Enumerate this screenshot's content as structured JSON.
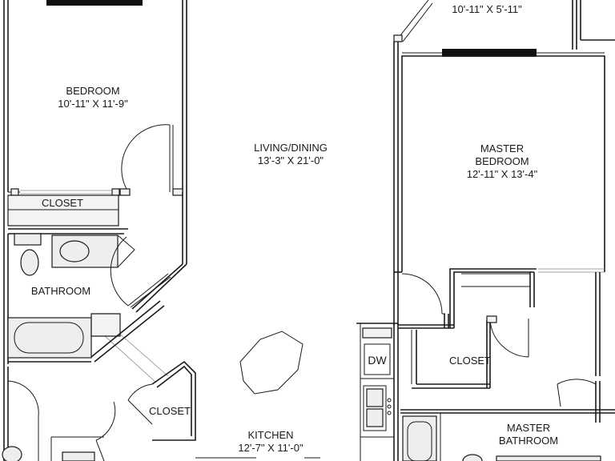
{
  "rooms": {
    "balcony": {
      "name": "",
      "dims": "10'-11\" X 5'-11\""
    },
    "bedroom": {
      "name": "BEDROOM",
      "dims": "10'-11\" X 11'-9\""
    },
    "closet_bedroom": {
      "name": "CLOSET"
    },
    "living_dining": {
      "name": "LIVING/DINING",
      "dims": "13'-3\" X 21'-0\""
    },
    "master_bedroom": {
      "name_line1": "MASTER",
      "name_line2": "BEDROOM",
      "dims": "12'-11\" X 13'-4\""
    },
    "bathroom": {
      "name": "BATHROOM"
    },
    "closet_master": {
      "name": "CLOSET"
    },
    "closet_hall": {
      "name": "CLOSET"
    },
    "kitchen": {
      "name": "KITCHEN",
      "dims": "12'-7\" X 11'-0\""
    },
    "master_bathroom": {
      "name_line1": "MASTER",
      "name_line2": "BATHROOM"
    }
  },
  "appliances": {
    "dishwasher": "DW"
  }
}
